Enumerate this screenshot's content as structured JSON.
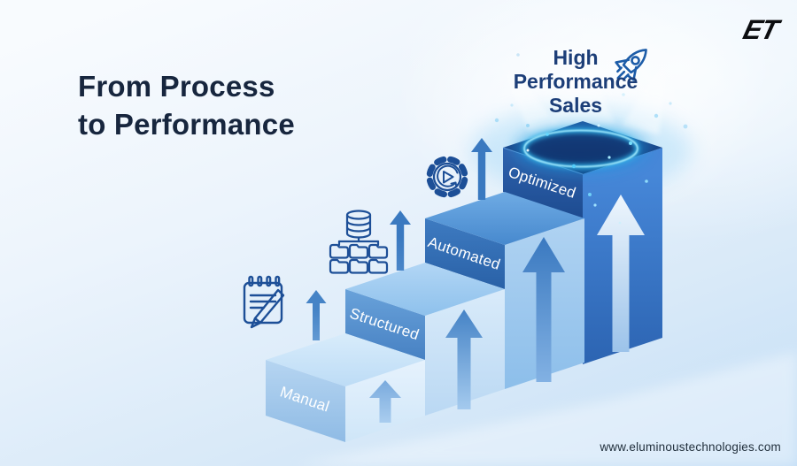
{
  "header": {
    "title_line1": "From Process",
    "title_line2": "to Performance"
  },
  "brand": {
    "logo": "ET"
  },
  "summit": {
    "line1": "High",
    "line2": "Performance",
    "line3": "Sales",
    "icon": "rocket-icon"
  },
  "steps": [
    {
      "label": "Manual",
      "icon": "notepad-pencil-icon",
      "front_color": "#9ec3e9",
      "top_color": "#d2e8fa",
      "side_color": "#ddeefb",
      "arrow_color": "#8db8e5"
    },
    {
      "label": "Structured",
      "icon": "database-hierarchy-icon",
      "front_color": "#5d99d3",
      "top_color": "#a5cef2",
      "side_color": "#cde4f8",
      "arrow_color": "#6ea4da"
    },
    {
      "label": "Automated",
      "icon": "gear-play-icon",
      "front_color": "#3572b8",
      "top_color": "#5e9fdd",
      "side_color": "#a2cbf0",
      "arrow_color": "#4a87c9"
    },
    {
      "label": "Optimized",
      "icon": "glow-portal-ring",
      "front_color": "#27589f",
      "top_color": "#1a4689",
      "side_color": "#3a78cb",
      "arrow_color": "#d6e8f8"
    }
  ],
  "footer": {
    "website": "www.eluminoustechnologies.com"
  },
  "decorations": {
    "floating_up_arrows": 3,
    "ring_glow_color": "#35c1f5",
    "sparkle_color": "#7fdefc",
    "light_rays": 3
  },
  "colors": {
    "title_text": "#17263e",
    "summit_text": "#1c3e78",
    "step_label_text": "#ffffff",
    "background_top": "#f7fafd",
    "background_bottom": "#c4def6",
    "logo_text": "#0b0d10",
    "icon_stroke": "#1d4f97"
  }
}
